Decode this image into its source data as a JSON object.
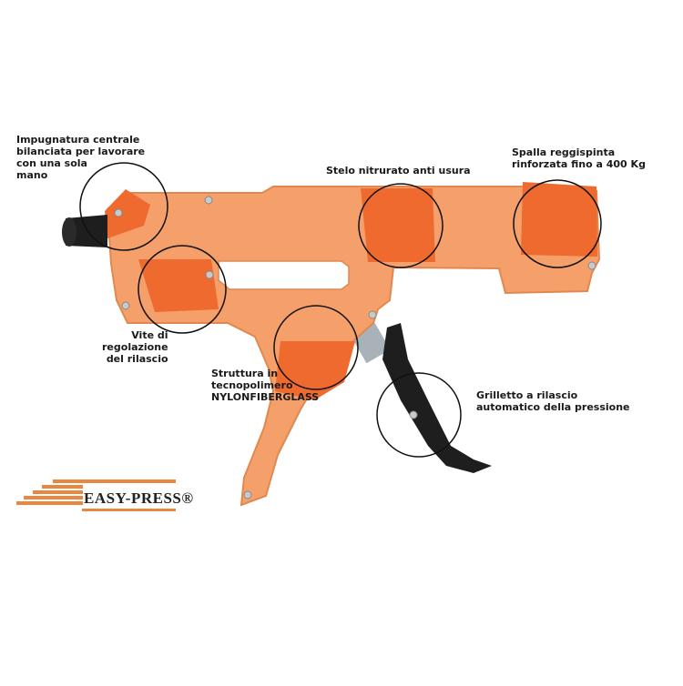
{
  "labels": {
    "grip": "Impugnatura centrale\nbilanciata per lavorare\ncon una sola\nmano",
    "rod": "Stelo nitrurato anti usura",
    "shoulder": "Spalla reggispinta\nrinforzata fino a 400 Kg",
    "screw": "Vite di\nregolazione\ndel rilascio",
    "body": "Struttura in\ntecnopolimero\nNYLONFIBERGLASS",
    "trigger": "Grilletto a rilascio\nautomatico della pressione"
  },
  "logo": {
    "text": "EASY-PRESS®"
  },
  "colors": {
    "body_orange": "#f5a06a",
    "highlight_orange": "#ef6a2f",
    "trigger_black": "#1e1e1e",
    "logo_orange": "#e8873f"
  }
}
